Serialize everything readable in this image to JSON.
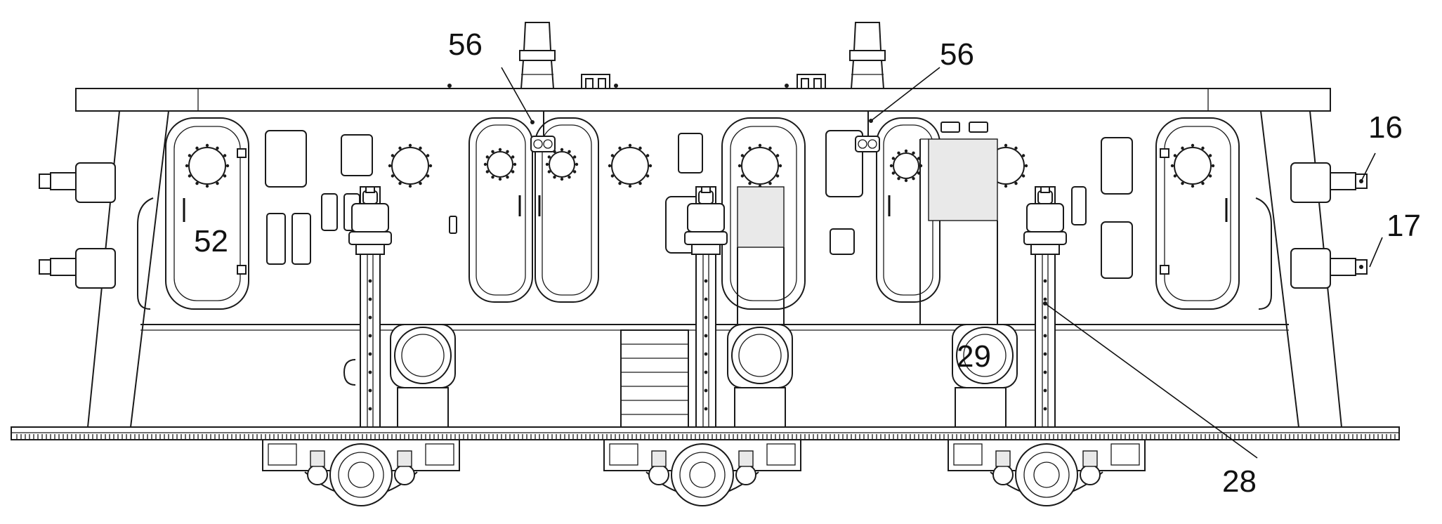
{
  "labels": {
    "l56a": "56",
    "l56b": "56",
    "l16": "16",
    "l17": "17",
    "l52": "52",
    "l29": "29",
    "l28": "28"
  }
}
